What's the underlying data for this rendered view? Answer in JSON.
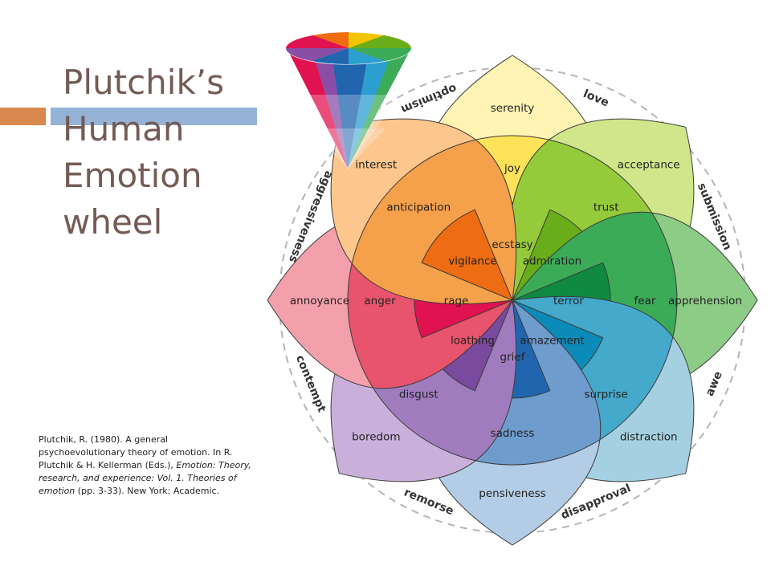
{
  "title_lines": [
    "Plutchik’s",
    "Human",
    "Emotion",
    "wheel"
  ],
  "citation": {
    "part1": "Plutchik, R. (1980). A general psychoevolutionary theory of emotion. In R. Plutchik & H. Kellerman (Eds.), ",
    "italic1": "Emotion: Theory, research, and experience: Vol. 1. Theories of emotion",
    "part2": " (pp. 3-33). New York: Academic."
  },
  "petals": [
    {
      "inner": "ecstasy",
      "middle": "joy",
      "outer": "serenity",
      "colors": [
        "#f2c500",
        "#fde25a",
        "#fff4b4"
      ]
    },
    {
      "inner": "admiration",
      "middle": "trust",
      "outer": "acceptance",
      "colors": [
        "#6aad1b",
        "#95cb3b",
        "#cfe78a"
      ]
    },
    {
      "inner": "terror",
      "middle": "fear",
      "outer": "apprehension",
      "colors": [
        "#0f8a40",
        "#3bab58",
        "#8dcc86"
      ]
    },
    {
      "inner": "amazement",
      "middle": "surprise",
      "outer": "distraction",
      "colors": [
        "#0c8ab8",
        "#45a9cc",
        "#a4d0e2"
      ]
    },
    {
      "inner": "grief",
      "middle": "sadness",
      "outer": "pensiveness",
      "colors": [
        "#2165ae",
        "#6e9ccd",
        "#b4cde7"
      ]
    },
    {
      "inner": "loathing",
      "middle": "disgust",
      "outer": "boredom",
      "colors": [
        "#7a4a9e",
        "#a07cbf",
        "#c9b0db"
      ]
    },
    {
      "inner": "rage",
      "middle": "anger",
      "outer": "annoyance",
      "colors": [
        "#e0124f",
        "#e8546d",
        "#f3a0ac"
      ]
    },
    {
      "inner": "vigilance",
      "middle": "anticipation",
      "outer": "interest",
      "colors": [
        "#ee6c12",
        "#f5a04a",
        "#fcc68c"
      ]
    }
  ],
  "dyads": [
    "love",
    "submission",
    "awe",
    "disapproval",
    "remorse",
    "contempt",
    "aggressiveness",
    "optimism"
  ],
  "colors": {
    "title": "#745b55",
    "accent_orange": "#d98850",
    "accent_blue": "#95b3d7"
  }
}
